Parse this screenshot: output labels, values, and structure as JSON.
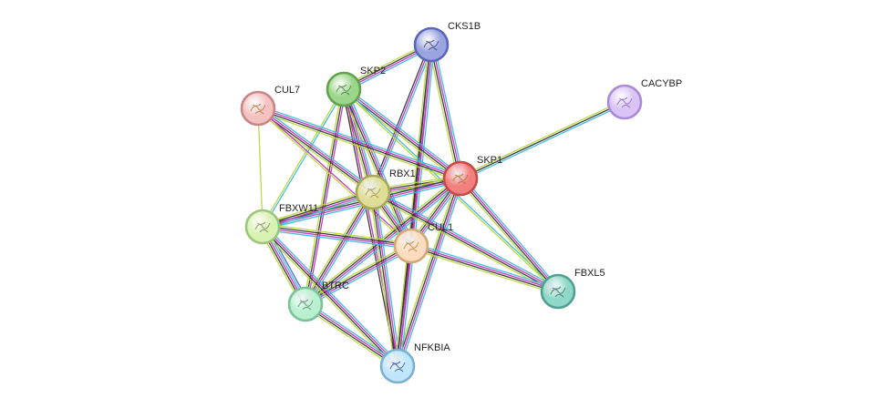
{
  "network": {
    "nodes": [
      {
        "id": "CKS1B",
        "label": "CKS1B",
        "fill": "#9aa4e0",
        "stroke": "#5a66b8",
        "glyph": "#333a70"
      },
      {
        "id": "CACYBP",
        "label": "CACYBP",
        "fill": "#d9c4f5",
        "stroke": "#a98ad6",
        "glyph": "#8855cc"
      },
      {
        "id": "SKP2",
        "label": "SKP2",
        "fill": "#9cd68a",
        "stroke": "#5fa34d",
        "glyph": "#3d7a2e"
      },
      {
        "id": "CUL7",
        "label": "CUL7",
        "fill": "#f4c1c1",
        "stroke": "#c98585",
        "glyph": "#b07030"
      },
      {
        "id": "SKP1",
        "label": "SKP1",
        "fill": "#f47f7f",
        "stroke": "#c84848",
        "glyph": "#b06a20"
      },
      {
        "id": "RBX1",
        "label": "RBX1",
        "fill": "#dede96",
        "stroke": "#a8a858",
        "glyph": "#b09030"
      },
      {
        "id": "FBXW11",
        "label": "FBXW11",
        "fill": "#d8f2b4",
        "stroke": "#9cc47a",
        "glyph": "#7a8a40"
      },
      {
        "id": "CUL1",
        "label": "CUL1",
        "fill": "#fbdcbc",
        "stroke": "#d2a878",
        "glyph": "#c08020"
      },
      {
        "id": "FBXL5",
        "label": "FBXL5",
        "fill": "#8fd8c8",
        "stroke": "#4fa090",
        "glyph": "#2d6a5e"
      },
      {
        "id": "BTRC",
        "label": "BTRC",
        "fill": "#b8f0d0",
        "stroke": "#78c498",
        "glyph": "#4d8a66"
      },
      {
        "id": "NFKBIA",
        "label": "NFKBIA",
        "fill": "#bfe6fb",
        "stroke": "#7ab0d0",
        "glyph": "#2244aa"
      }
    ],
    "edges": [
      {
        "source": "CKS1B",
        "target": "SKP2",
        "colors": [
          "#3bb8e0",
          "#c030c0",
          "#333333",
          "#b8d838"
        ]
      },
      {
        "source": "CKS1B",
        "target": "SKP1",
        "colors": [
          "#3bb8e0",
          "#c030c0",
          "#333333",
          "#b8d838"
        ]
      },
      {
        "source": "CKS1B",
        "target": "RBX1",
        "colors": [
          "#3bb8e0",
          "#c030c0",
          "#333333"
        ]
      },
      {
        "source": "CKS1B",
        "target": "CUL1",
        "colors": [
          "#3bb8e0",
          "#c030c0",
          "#333333",
          "#b8d838"
        ]
      },
      {
        "source": "CKS1B",
        "target": "NFKBIA",
        "colors": [
          "#c030c0",
          "#333333"
        ]
      },
      {
        "source": "CACYBP",
        "target": "SKP1",
        "colors": [
          "#3bb8e0",
          "#333333",
          "#b8d838"
        ]
      },
      {
        "source": "SKP2",
        "target": "SKP1",
        "colors": [
          "#3bb8e0",
          "#c030c0",
          "#333333",
          "#b8d838"
        ]
      },
      {
        "source": "SKP2",
        "target": "RBX1",
        "colors": [
          "#3bb8e0",
          "#c030c0",
          "#333333",
          "#b8d838"
        ]
      },
      {
        "source": "SKP2",
        "target": "CUL1",
        "colors": [
          "#3bb8e0",
          "#c030c0",
          "#333333",
          "#b8d838"
        ]
      },
      {
        "source": "SKP2",
        "target": "FBXW11",
        "colors": [
          "#3bb8e0",
          "#b8d838"
        ]
      },
      {
        "source": "SKP2",
        "target": "BTRC",
        "colors": [
          "#c030c0",
          "#333333",
          "#b8d838"
        ]
      },
      {
        "source": "SKP2",
        "target": "NFKBIA",
        "colors": [
          "#c030c0",
          "#333333"
        ]
      },
      {
        "source": "SKP2",
        "target": "FBXL5",
        "colors": [
          "#3bb8e0",
          "#b8d838"
        ]
      },
      {
        "source": "CUL7",
        "target": "SKP1",
        "colors": [
          "#3bb8e0",
          "#c030c0",
          "#333333",
          "#b8d838"
        ]
      },
      {
        "source": "CUL7",
        "target": "RBX1",
        "colors": [
          "#3bb8e0",
          "#c030c0",
          "#333333",
          "#b8d838"
        ]
      },
      {
        "source": "CUL7",
        "target": "CUL1",
        "colors": [
          "#c030c0",
          "#b8d838"
        ]
      },
      {
        "source": "CUL7",
        "target": "FBXW11",
        "colors": [
          "#b8d838"
        ]
      },
      {
        "source": "SKP1",
        "target": "RBX1",
        "colors": [
          "#3bb8e0",
          "#c030c0",
          "#333333",
          "#b8d838"
        ]
      },
      {
        "source": "SKP1",
        "target": "CUL1",
        "colors": [
          "#3bb8e0",
          "#c030c0",
          "#333333",
          "#b8d838"
        ]
      },
      {
        "source": "SKP1",
        "target": "FBXW11",
        "colors": [
          "#3bb8e0",
          "#c030c0",
          "#333333",
          "#b8d838"
        ]
      },
      {
        "source": "SKP1",
        "target": "FBXL5",
        "colors": [
          "#3bb8e0",
          "#c030c0",
          "#333333",
          "#b8d838"
        ]
      },
      {
        "source": "SKP1",
        "target": "BTRC",
        "colors": [
          "#3bb8e0",
          "#c030c0",
          "#333333",
          "#b8d838"
        ]
      },
      {
        "source": "SKP1",
        "target": "NFKBIA",
        "colors": [
          "#3bb8e0",
          "#c030c0",
          "#333333",
          "#b8d838"
        ]
      },
      {
        "source": "RBX1",
        "target": "CUL1",
        "colors": [
          "#3bb8e0",
          "#c030c0",
          "#333333",
          "#b8d838"
        ]
      },
      {
        "source": "RBX1",
        "target": "FBXW11",
        "colors": [
          "#3bb8e0",
          "#c030c0",
          "#333333",
          "#b8d838"
        ]
      },
      {
        "source": "RBX1",
        "target": "FBXL5",
        "colors": [
          "#3bb8e0",
          "#c030c0",
          "#333333",
          "#b8d838"
        ]
      },
      {
        "source": "RBX1",
        "target": "BTRC",
        "colors": [
          "#3bb8e0",
          "#c030c0",
          "#333333",
          "#b8d838"
        ]
      },
      {
        "source": "RBX1",
        "target": "NFKBIA",
        "colors": [
          "#3bb8e0",
          "#c030c0",
          "#333333",
          "#b8d838"
        ]
      },
      {
        "source": "CUL1",
        "target": "FBXW11",
        "colors": [
          "#3bb8e0",
          "#c030c0",
          "#333333",
          "#b8d838"
        ]
      },
      {
        "source": "CUL1",
        "target": "FBXL5",
        "colors": [
          "#3bb8e0",
          "#c030c0",
          "#333333",
          "#b8d838"
        ]
      },
      {
        "source": "CUL1",
        "target": "BTRC",
        "colors": [
          "#3bb8e0",
          "#c030c0",
          "#333333",
          "#b8d838"
        ]
      },
      {
        "source": "CUL1",
        "target": "NFKBIA",
        "colors": [
          "#3bb8e0",
          "#c030c0",
          "#333333",
          "#b8d838"
        ]
      },
      {
        "source": "FBXW11",
        "target": "BTRC",
        "colors": [
          "#4466dd",
          "#3bb8e0",
          "#c030c0",
          "#333333",
          "#b8d838"
        ]
      },
      {
        "source": "FBXW11",
        "target": "NFKBIA",
        "colors": [
          "#3bb8e0",
          "#c030c0",
          "#333333",
          "#b8d838"
        ]
      },
      {
        "source": "BTRC",
        "target": "NFKBIA",
        "colors": [
          "#3bb8e0",
          "#c030c0",
          "#333333",
          "#b8d838"
        ]
      }
    ]
  }
}
